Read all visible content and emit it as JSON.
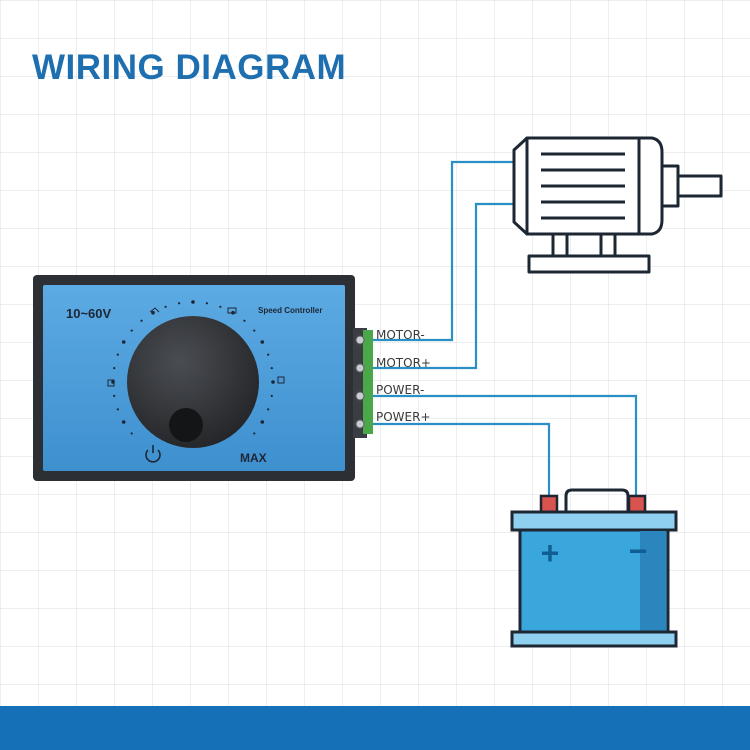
{
  "title": "WIRING DIAGRAM",
  "controller": {
    "voltage_label": "10~60V",
    "name_label": "Speed Controller",
    "max_label": "MAX"
  },
  "terminals": [
    {
      "label": "MOTOR-"
    },
    {
      "label": "MOTOR+"
    },
    {
      "label": "POWER-"
    },
    {
      "label": "POWER+"
    }
  ],
  "battery": {
    "plus_symbol": "+",
    "minus_symbol": "−"
  },
  "colors": {
    "title": "#1d6fb0",
    "wire": "#2a8fc4",
    "controller_face": "#4da0dd",
    "battery_body": "#3aa7dc",
    "battery_terminal": "#d9534f",
    "bottom_bar": "#1570b8"
  }
}
